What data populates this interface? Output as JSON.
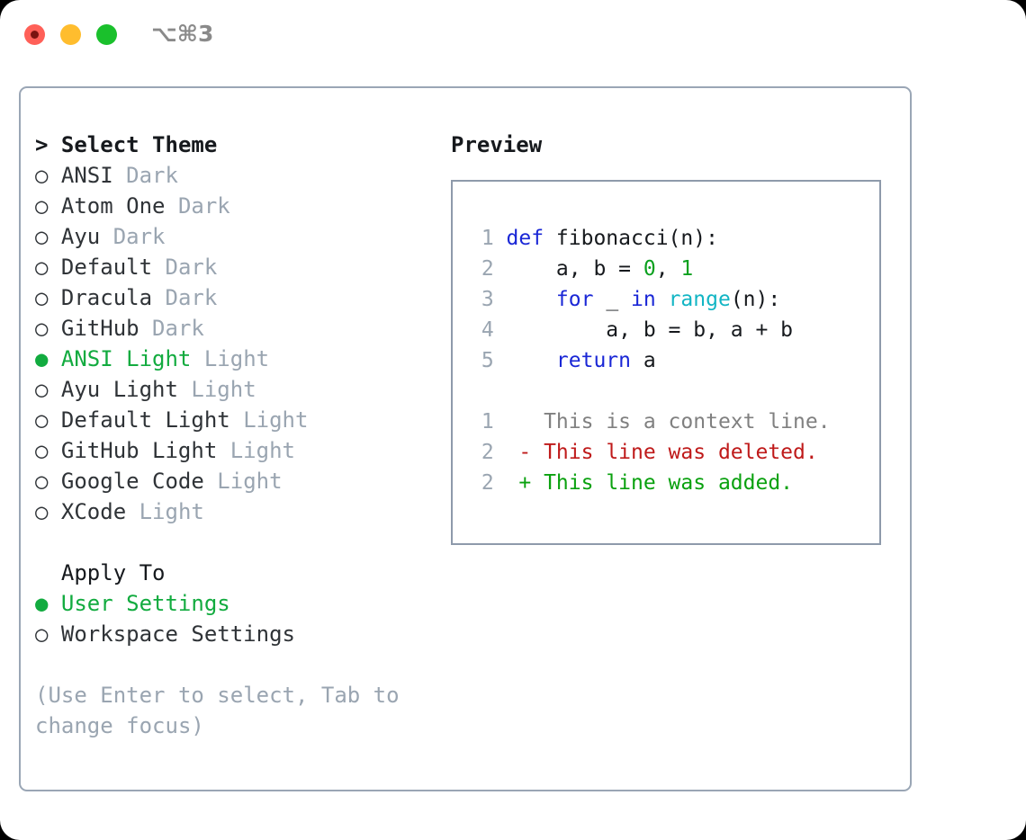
{
  "titlebar": {
    "shortcut": "⌥⌘3",
    "traffic_lights": [
      {
        "name": "close",
        "color": "#ff6058"
      },
      {
        "name": "minimize",
        "color": "#ffbd2e"
      },
      {
        "name": "maximize",
        "color": "#1ac02c"
      }
    ]
  },
  "theme_picker": {
    "header": "> Select Theme",
    "selected_marker": "●",
    "unselected_marker": "○",
    "items": [
      {
        "marker": "○",
        "name": "ANSI",
        "mode": "Dark",
        "selected": false
      },
      {
        "marker": "○",
        "name": "Atom One",
        "mode": "Dark",
        "selected": false
      },
      {
        "marker": "○",
        "name": "Ayu",
        "mode": "Dark",
        "selected": false
      },
      {
        "marker": "○",
        "name": "Default",
        "mode": "Dark",
        "selected": false
      },
      {
        "marker": "○",
        "name": "Dracula",
        "mode": "Dark",
        "selected": false
      },
      {
        "marker": "○",
        "name": "GitHub",
        "mode": "Dark",
        "selected": false
      },
      {
        "marker": "●",
        "name": "ANSI Light",
        "mode": "Light",
        "selected": true
      },
      {
        "marker": "○",
        "name": "Ayu Light",
        "mode": "Light",
        "selected": false
      },
      {
        "marker": "○",
        "name": "Default Light",
        "mode": "Light",
        "selected": false
      },
      {
        "marker": "○",
        "name": "GitHub Light",
        "mode": "Light",
        "selected": false
      },
      {
        "marker": "○",
        "name": "Google Code",
        "mode": "Light",
        "selected": false
      },
      {
        "marker": "○",
        "name": "XCode",
        "mode": "Light",
        "selected": false
      }
    ]
  },
  "apply_to": {
    "header": "  Apply To",
    "items": [
      {
        "marker": "●",
        "name": "User Settings",
        "selected": true
      },
      {
        "marker": "○",
        "name": "Workspace Settings",
        "selected": false
      }
    ]
  },
  "hint": "(Use Enter to select, Tab to change focus)",
  "preview": {
    "label": "Preview",
    "code": [
      {
        "lnum": "1",
        "tokens": [
          {
            "t": "def ",
            "c": "kw"
          },
          {
            "t": "fibonacci(n):",
            "c": "id"
          }
        ]
      },
      {
        "lnum": "2",
        "tokens": [
          {
            "t": "    a, b = ",
            "c": "id"
          },
          {
            "t": "0",
            "c": "num"
          },
          {
            "t": ", ",
            "c": "id"
          },
          {
            "t": "1",
            "c": "num"
          }
        ]
      },
      {
        "lnum": "3",
        "tokens": [
          {
            "t": "    ",
            "c": "id"
          },
          {
            "t": "for",
            "c": "kw"
          },
          {
            "t": " _ ",
            "c": "id"
          },
          {
            "t": "in",
            "c": "kw"
          },
          {
            "t": " ",
            "c": "id"
          },
          {
            "t": "range",
            "c": "fn"
          },
          {
            "t": "(n):",
            "c": "id"
          }
        ]
      },
      {
        "lnum": "4",
        "tokens": [
          {
            "t": "        a, b = b, a + b",
            "c": "id"
          }
        ]
      },
      {
        "lnum": "5",
        "tokens": [
          {
            "t": "    ",
            "c": "id"
          },
          {
            "t": "return",
            "c": "kw"
          },
          {
            "t": " a",
            "c": "id"
          }
        ]
      }
    ],
    "diff": [
      {
        "lnum": "1",
        "sign": " ",
        "text": "This is a context line.",
        "kind": "ctx"
      },
      {
        "lnum": "2",
        "sign": "-",
        "text": "This line was deleted.",
        "kind": "del"
      },
      {
        "lnum": "2",
        "sign": "+",
        "text": "This line was added.",
        "kind": "add"
      }
    ]
  },
  "colors": {
    "accent_green": "#12ab3f",
    "muted": "#9aa5b1",
    "keyword": "#1a27d6",
    "number": "#0aa01e",
    "builtin": "#12b5c4",
    "diff_delete": "#bf1a1a",
    "diff_add": "#0aa10f",
    "border": "#9aa6b5"
  }
}
